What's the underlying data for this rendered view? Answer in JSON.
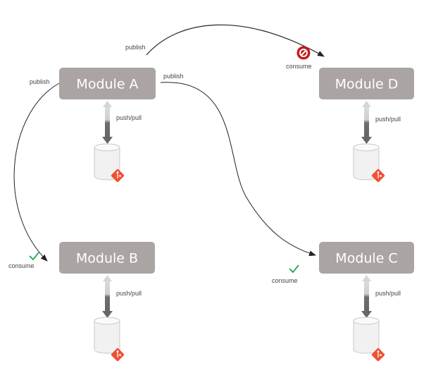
{
  "modules": [
    {
      "id": "a",
      "label": "Module A"
    },
    {
      "id": "b",
      "label": "Module B"
    },
    {
      "id": "c",
      "label": "Module C"
    },
    {
      "id": "d",
      "label": "Module D"
    }
  ],
  "labels": {
    "publish": "publish",
    "consume": "consume",
    "push_pull": "push/pull"
  },
  "status": {
    "allowed_color": "#1aa84b",
    "blocked_color": "#c8191c",
    "git_color": "#f05032",
    "module_color": "#aaa5a2"
  },
  "icons": {
    "allowed": "checkmark-icon",
    "blocked": "no-entry-icon",
    "repository": "database-icon",
    "git": "git-icon"
  }
}
